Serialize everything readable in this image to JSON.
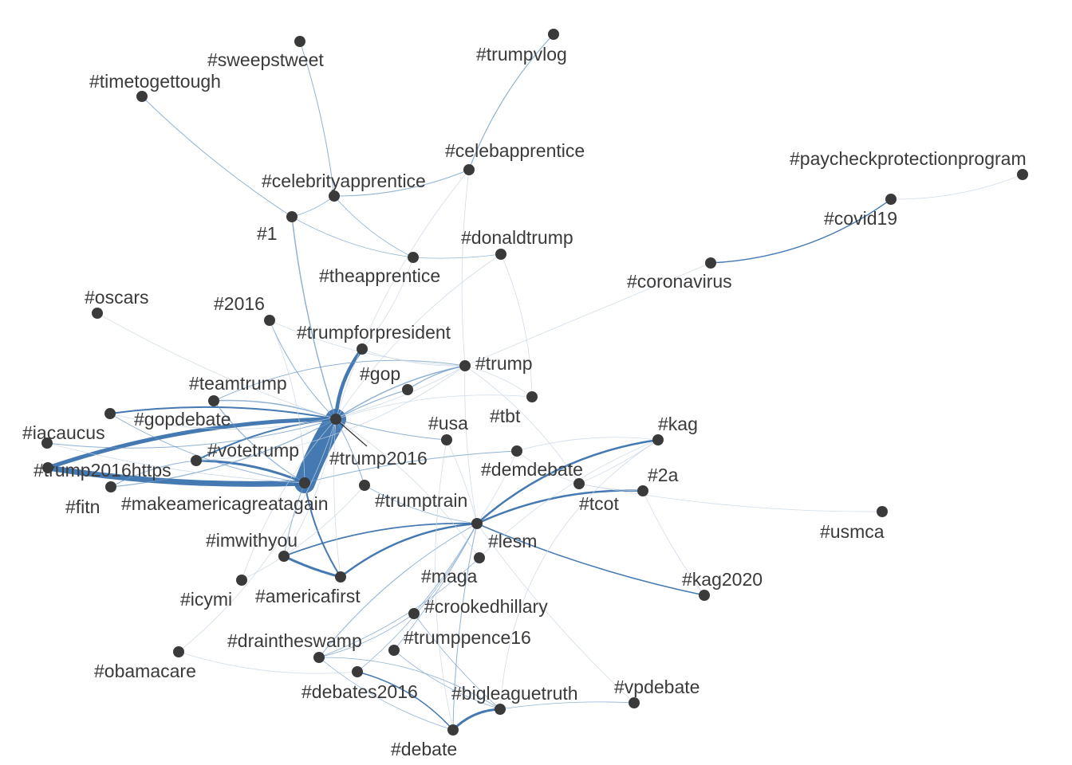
{
  "graph": {
    "nodes": [
      {
        "id": "trump2016",
        "label": "#trump2016"
      },
      {
        "id": "makeamericagreatagain",
        "label": "#makeamericagreatagain"
      },
      {
        "id": "trump2016https",
        "label": "#trump2016https"
      },
      {
        "id": "votetrump",
        "label": "#votetrump"
      },
      {
        "id": "sweepstweet",
        "label": "#sweepstweet"
      },
      {
        "id": "timetogettough",
        "label": "#timetogettough"
      },
      {
        "id": "trumpvlog",
        "label": "#trumpvlog"
      },
      {
        "id": "celebapprentice",
        "label": "#celebapprentice"
      },
      {
        "id": "celebrityapprentice",
        "label": "#celebrityapprentice"
      },
      {
        "id": "n1",
        "label": "#1"
      },
      {
        "id": "donaldtrump",
        "label": "#donaldtrump"
      },
      {
        "id": "theapprentice",
        "label": "#theapprentice"
      },
      {
        "id": "paycheckprotectionprogram",
        "label": "#paycheckprotectionprogram"
      },
      {
        "id": "covid19",
        "label": "#covid19"
      },
      {
        "id": "coronavirus",
        "label": "#coronavirus"
      },
      {
        "id": "oscars",
        "label": "#oscars"
      },
      {
        "id": "y2016",
        "label": "#2016"
      },
      {
        "id": "trumpforpresident",
        "label": "#trumpforpresident"
      },
      {
        "id": "trump",
        "label": "#trump"
      },
      {
        "id": "gop",
        "label": "#gop"
      },
      {
        "id": "teamtrump",
        "label": "#teamtrump"
      },
      {
        "id": "tbt",
        "label": "#tbt"
      },
      {
        "id": "gopdebate",
        "label": "#gopdebate"
      },
      {
        "id": "iacaucus",
        "label": "#iacaucus"
      },
      {
        "id": "usa",
        "label": "#usa"
      },
      {
        "id": "kag",
        "label": "#kag"
      },
      {
        "id": "fitn",
        "label": "#fitn"
      },
      {
        "id": "demdebate",
        "label": "#demdebate"
      },
      {
        "id": "a2",
        "label": "#2a"
      },
      {
        "id": "trumptrain",
        "label": "#trumptrain"
      },
      {
        "id": "tcot",
        "label": "#tcot"
      },
      {
        "id": "usmca",
        "label": "#usmca"
      },
      {
        "id": "lesm",
        "label": "#lesm"
      },
      {
        "id": "imwithyou",
        "label": "#imwithyou"
      },
      {
        "id": "kag2020",
        "label": "#kag2020"
      },
      {
        "id": "maga",
        "label": "#maga"
      },
      {
        "id": "icymi",
        "label": "#icymi"
      },
      {
        "id": "americafirst",
        "label": "#americafirst"
      },
      {
        "id": "crookedhillary",
        "label": "#crookedhillary"
      },
      {
        "id": "draintheswamp",
        "label": "#draintheswamp"
      },
      {
        "id": "trumppence16",
        "label": "#trumppence16"
      },
      {
        "id": "obamacare",
        "label": "#obamacare"
      },
      {
        "id": "vpdebate",
        "label": "#vpdebate"
      },
      {
        "id": "debates2016",
        "label": "#debates2016"
      },
      {
        "id": "bigleaguetruth",
        "label": "#bigleaguetruth"
      },
      {
        "id": "debate",
        "label": "#debate"
      }
    ],
    "colors": {
      "node": "#3a3a3a",
      "edge_strong": "#3b72ad",
      "edge_medium": "#6b98c6",
      "edge_weak": "#c5d4e4",
      "label": "#3a3a3a"
    }
  }
}
